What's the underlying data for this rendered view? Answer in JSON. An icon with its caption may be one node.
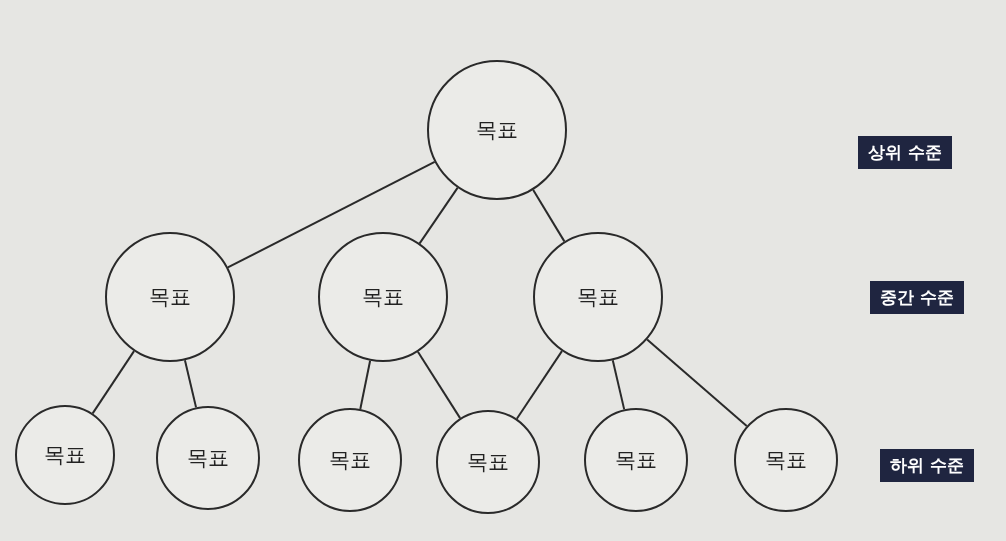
{
  "diagram": {
    "nodes": [
      {
        "text": [
          "목표"
        ]
      },
      {
        "text": [
          "목표"
        ]
      },
      {
        "text": [
          "목표"
        ]
      },
      {
        "text": [
          "목표"
        ]
      },
      {
        "text": [
          "목표"
        ]
      },
      {
        "text": [
          "목표"
        ]
      },
      {
        "text": [
          "목표"
        ]
      },
      {
        "text": [
          "목표"
        ]
      },
      {
        "text": [
          "목표"
        ]
      },
      {
        "text": [
          "목표"
        ]
      }
    ],
    "edges": [
      {
        "from": 0,
        "to": 1,
        "arrow": "none"
      },
      {
        "from": 0,
        "to": 2,
        "arrow": "none"
      },
      {
        "from": 0,
        "to": 3,
        "arrow": "none"
      },
      {
        "from": 1,
        "to": 4,
        "arrow": "none"
      },
      {
        "from": 1,
        "to": 5,
        "arrow": "none"
      },
      {
        "from": 2,
        "to": 6,
        "arrow": "none"
      },
      {
        "from": 2,
        "to": 7,
        "arrow": "none"
      },
      {
        "from": 3,
        "to": 7,
        "arrow": "none"
      },
      {
        "from": 3,
        "to": 8,
        "arrow": "none"
      },
      {
        "from": 3,
        "to": 9,
        "arrow": "none"
      }
    ],
    "labels": [
      "상위 수준",
      "중간 수준",
      "하위 수준"
    ]
  }
}
